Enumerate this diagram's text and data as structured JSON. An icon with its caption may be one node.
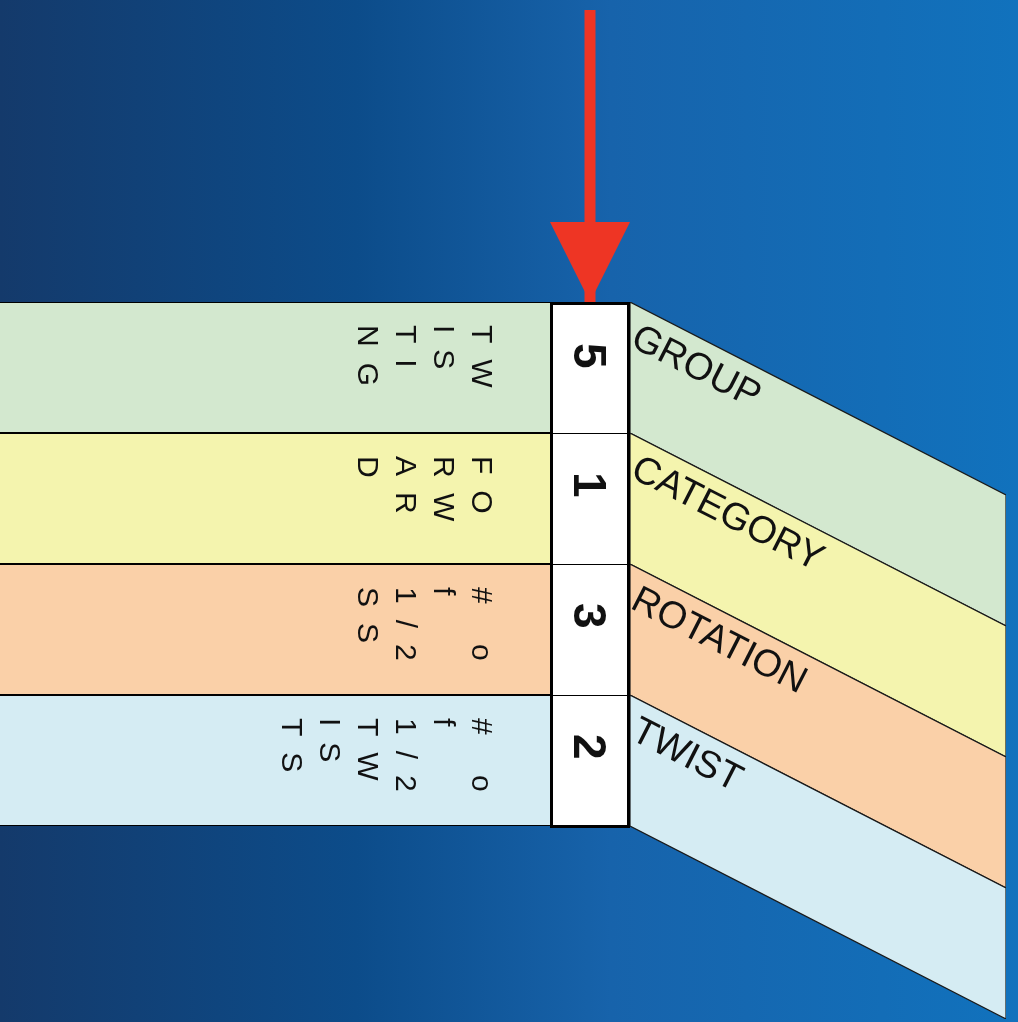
{
  "diagram": {
    "nodes": [
      {
        "text": [
          "TWISTING"
        ]
      },
      {
        "text": [
          "5"
        ]
      },
      {
        "text": [
          "GROUP"
        ]
      },
      {
        "text": [
          "FORWARD"
        ]
      },
      {
        "text": [
          "1"
        ]
      },
      {
        "text": [
          "CATEGORY"
        ]
      },
      {
        "text": [
          "# of 1/2 SS"
        ]
      },
      {
        "text": [
          "3"
        ]
      },
      {
        "text": [
          "ROTATION"
        ]
      },
      {
        "text": [
          "# of 1/2 TWISTS"
        ]
      },
      {
        "text": [
          "2"
        ]
      },
      {
        "text": [
          "TWIST"
        ]
      }
    ],
    "edges": [
      {
        "from": null,
        "to": 1,
        "arrow": "to",
        "color": "#ee3524"
      }
    ]
  }
}
